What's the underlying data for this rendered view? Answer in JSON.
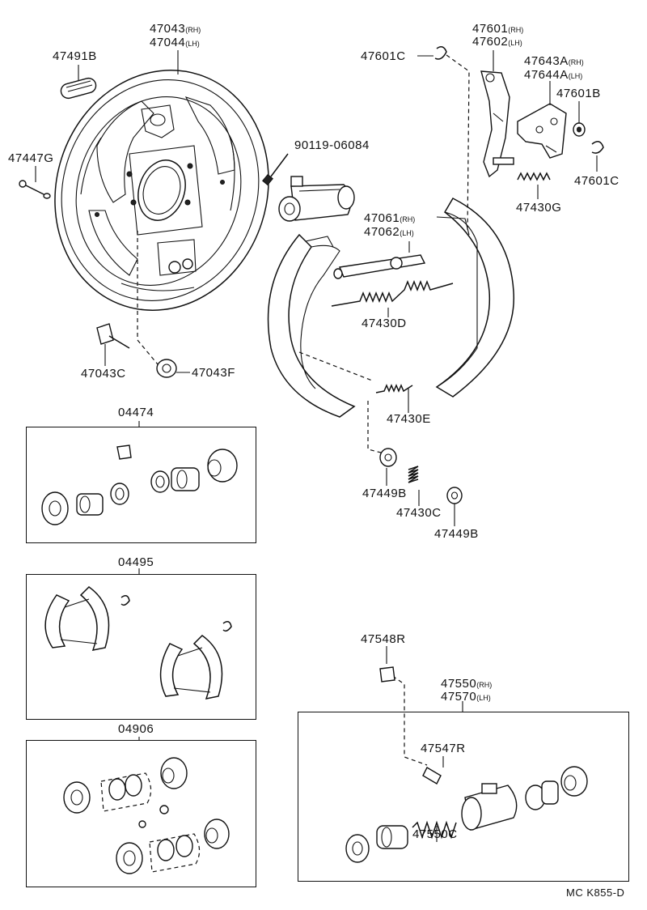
{
  "labels": {
    "p47043": "47043",
    "p47043_sfx": "(RH)",
    "p47044": "47044",
    "p47044_sfx": "(LH)",
    "p47491b": "47491B",
    "p47447g": "47447G",
    "p90119": "90119-06084",
    "p47601c_top": "47601C",
    "p47601": "47601",
    "p47601_sfx": "(RH)",
    "p47602": "47602",
    "p47602_sfx": "(LH)",
    "p47643a": "47643A",
    "p47643a_sfx": "(RH)",
    "p47644a": "47644A",
    "p47644a_sfx": "(LH)",
    "p47601b": "47601B",
    "p47601c_right": "47601C",
    "p47430g": "47430G",
    "p47061": "47061",
    "p47061_sfx": "(RH)",
    "p47062": "47062",
    "p47062_sfx": "(LH)",
    "p47430d": "47430D",
    "p47043c": "47043C",
    "p47043f": "47043F",
    "p47430e": "47430E",
    "p47449b_1": "47449B",
    "p47430c": "47430C",
    "p47449b_2": "47449B",
    "p04474": "04474",
    "p04495": "04495",
    "p04906": "04906",
    "p47548r": "47548R",
    "p47550": "47550",
    "p47550_sfx": "(RH)",
    "p47570": "47570",
    "p47570_sfx": "(LH)",
    "p47547r": "47547R",
    "p47550c": "47550C"
  },
  "footer": {
    "code": "MC  K855-D"
  }
}
